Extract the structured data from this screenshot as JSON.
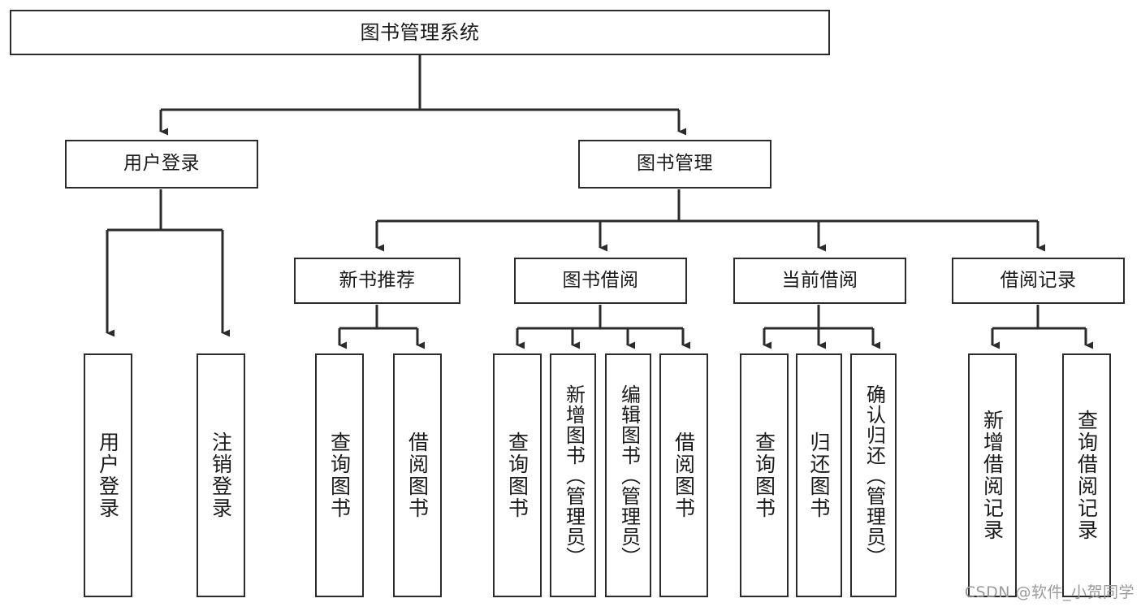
{
  "diagram": {
    "title": "图书管理系统",
    "type": "hierarchy-tree",
    "root": {
      "id": "root",
      "label": "图书管理系统"
    },
    "level2": [
      {
        "id": "user-login",
        "label": "用户登录"
      },
      {
        "id": "book-manage",
        "label": "图书管理"
      }
    ],
    "level3": [
      {
        "id": "new-book-recommend",
        "label": "新书推荐",
        "parent": "book-manage"
      },
      {
        "id": "book-borrow",
        "label": "图书借阅",
        "parent": "book-manage"
      },
      {
        "id": "current-borrow",
        "label": "当前借阅",
        "parent": "book-manage"
      },
      {
        "id": "borrow-record",
        "label": "借阅记录",
        "parent": "book-manage"
      }
    ],
    "leaves": [
      {
        "id": "leaf-user-login",
        "label": "用户登录",
        "parent": "user-login"
      },
      {
        "id": "leaf-logout-login",
        "label": "注销登录",
        "parent": "user-login"
      },
      {
        "id": "leaf-query-book-1",
        "label": "查询图书",
        "parent": "new-book-recommend"
      },
      {
        "id": "leaf-borrow-book-1",
        "label": "借阅图书",
        "parent": "new-book-recommend"
      },
      {
        "id": "leaf-query-book-2",
        "label": "查询图书",
        "parent": "book-borrow"
      },
      {
        "id": "leaf-add-book",
        "label": "新增图书（管理员）",
        "parent": "book-borrow"
      },
      {
        "id": "leaf-edit-book",
        "label": "编辑图书（管理员）",
        "parent": "book-borrow"
      },
      {
        "id": "leaf-borrow-book-2",
        "label": "借阅图书",
        "parent": "book-borrow"
      },
      {
        "id": "leaf-query-book-3",
        "label": "查询图书",
        "parent": "current-borrow"
      },
      {
        "id": "leaf-return-book",
        "label": "归还图书",
        "parent": "current-borrow"
      },
      {
        "id": "leaf-confirm-return",
        "label": "确认归还（管理员）",
        "parent": "current-borrow"
      },
      {
        "id": "leaf-add-record",
        "label": "新增借阅记录",
        "parent": "borrow-record"
      },
      {
        "id": "leaf-query-record",
        "label": "查询借阅记录",
        "parent": "borrow-record"
      }
    ]
  },
  "watermark": {
    "text": "CSDN @软件_小贺同学"
  },
  "colors": {
    "stroke": "#2b2b2b",
    "background": "#ffffff",
    "text": "#1a1a1a",
    "watermark": "#9a9a9a"
  }
}
